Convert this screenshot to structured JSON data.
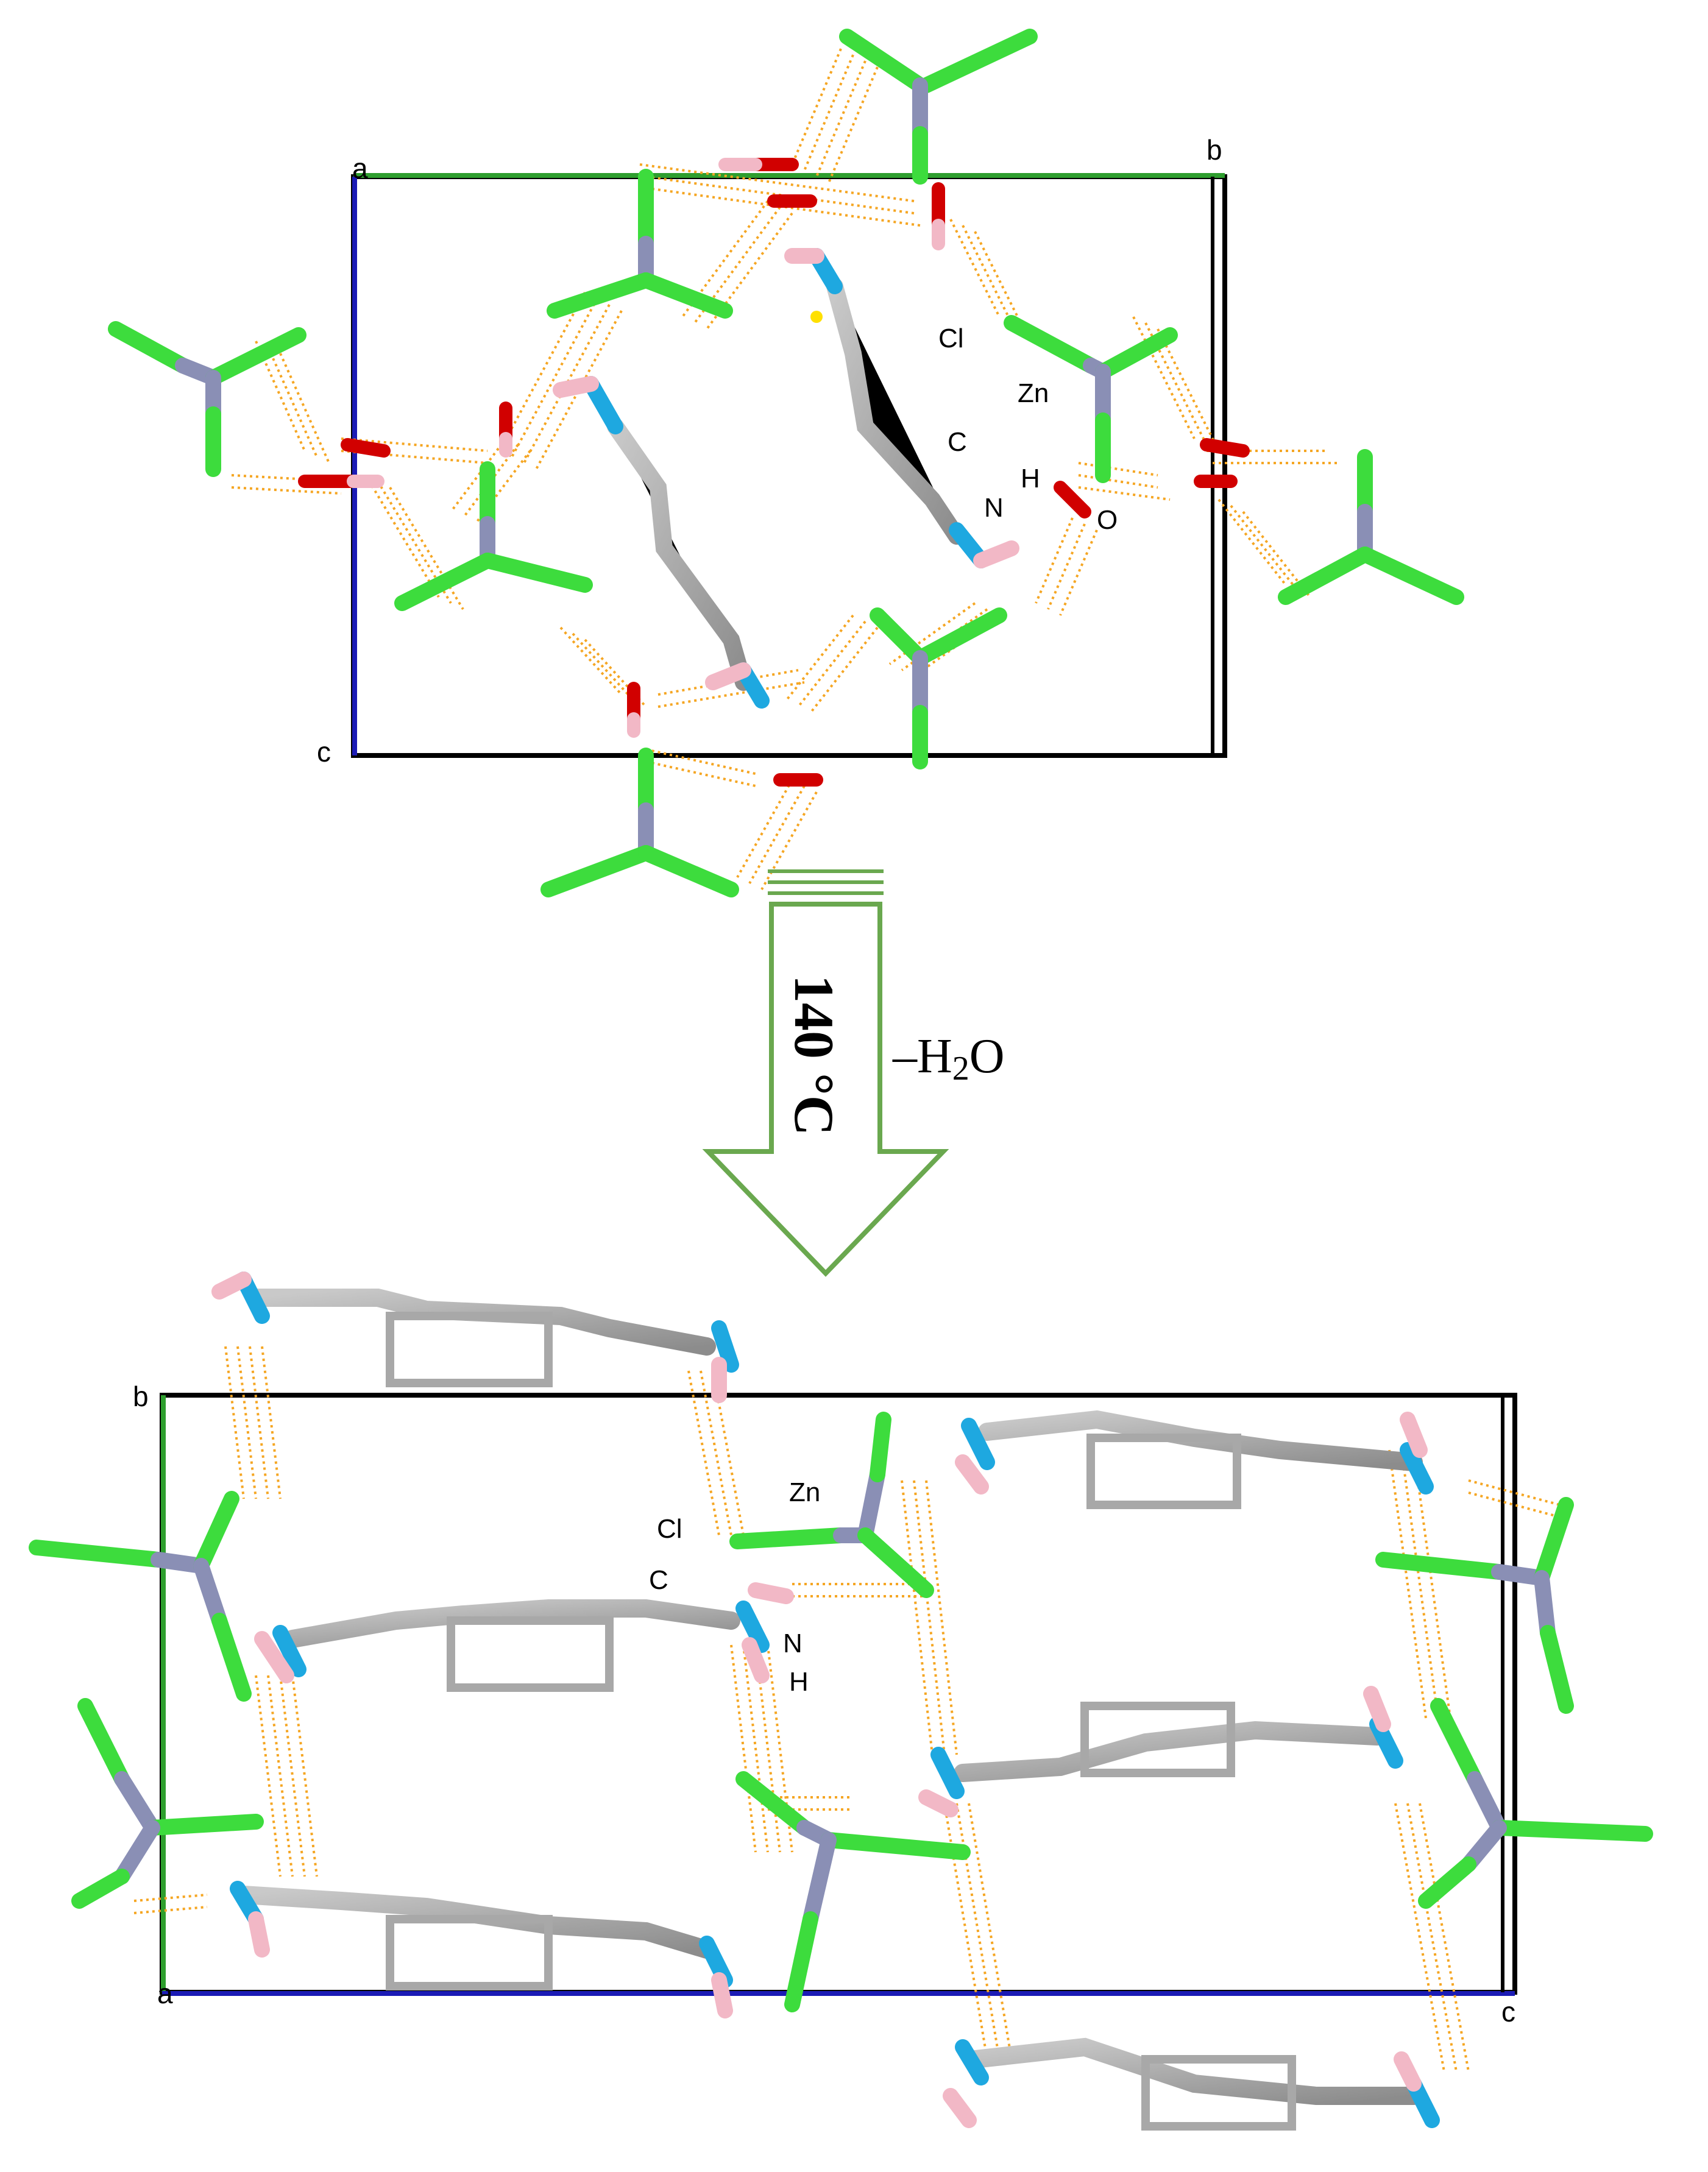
{
  "top_panel": {
    "axes": {
      "a": "a",
      "b": "b",
      "c": "c"
    },
    "atoms": {
      "cl": "Cl",
      "zn": "Zn",
      "c": "C",
      "h": "H",
      "n": "N",
      "o": "O"
    }
  },
  "arrow": {
    "temperature": "140 °C",
    "minus": "–H",
    "subscript": "2",
    "o": "O"
  },
  "bottom_panel": {
    "axes": {
      "a": "a",
      "b": "b",
      "c": "c"
    },
    "atoms": {
      "zn": "Zn",
      "cl": "Cl",
      "c": "C",
      "n": "N",
      "h": "H"
    }
  },
  "colors": {
    "zn": "#8a8fb5",
    "cl": "#3ddc3d",
    "c": "#a8a8a8",
    "n": "#1ea8e0",
    "h": "#f2b8c6",
    "o": "#d10000",
    "hbond": "#f5a623",
    "axis_a": "#2e9e2e",
    "axis_c": "#1b1bb5",
    "arrow": "#6aa84f"
  }
}
